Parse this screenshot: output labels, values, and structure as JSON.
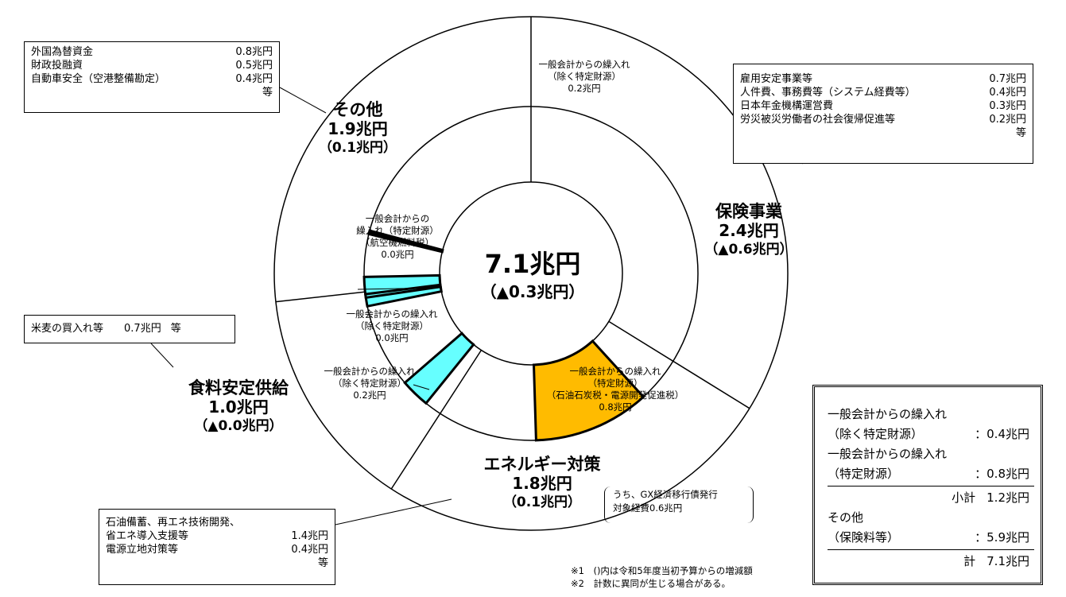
{
  "chart_data": {
    "type": "pie",
    "title": "",
    "center": {
      "total": "7.1兆円",
      "change": "（▲0.3兆円）"
    },
    "segments": [
      {
        "name": "保険事業",
        "value": 2.4,
        "amount": "2.4兆円",
        "change": "（▲0.6兆円）"
      },
      {
        "name": "エネルギー対策",
        "value": 1.8,
        "amount": "1.8兆円",
        "change": "（0.1兆円）"
      },
      {
        "name": "食料安定供給",
        "value": 1.0,
        "amount": "1.0兆円",
        "change": "（▲0.0兆円）"
      },
      {
        "name": "その他",
        "value": 1.9,
        "amount": "1.9兆円",
        "change": "（0.1兆円）"
      }
    ],
    "inner_slices": [
      {
        "label": [
          "一般会計からの繰入れ",
          "（除く特定財源）",
          "0.2兆円"
        ],
        "value": 0.2,
        "segment": "その他",
        "color": "#66FFFF"
      },
      {
        "label": [
          "一般会計からの繰入れ",
          "（特定財源）",
          "（石油石炭税・電源開発促進税）",
          "0.8兆円"
        ],
        "value": 0.8,
        "segment": "エネルギー対策",
        "color": "#FFBB00"
      },
      {
        "label": [
          "一般会計からの繰入れ",
          "（除く特定財源）",
          "0.2兆円"
        ],
        "value": 0.2,
        "segment": "食料安定供給",
        "color": "#66FFFF"
      },
      {
        "label": [
          "一般会計からの繰入れ",
          "（除く特定財源）",
          "0.0兆円"
        ],
        "value": 0.0,
        "segment": "食料安定供給",
        "color": "#66FFFF"
      },
      {
        "label": [
          "一般会計からの",
          "繰入れ（特定財源）",
          "（航空機燃料税）",
          "0.0兆円"
        ],
        "value": 0.0,
        "segment": "その他",
        "color": "#000000"
      }
    ]
  },
  "callouts": {
    "sonota": {
      "rows": [
        {
          "item": "外国為替資金",
          "value": "0.8兆円"
        },
        {
          "item": "財政投融資",
          "value": "0.5兆円"
        },
        {
          "item": "自動車安全（空港整備勘定）",
          "value": "0.4兆円"
        }
      ],
      "etc": "等"
    },
    "hoken": {
      "rows": [
        {
          "item": "雇用安定事業等",
          "value": "0.7兆円"
        },
        {
          "item": "人件費、事務費等（システム経費等）",
          "value": "0.4兆円"
        },
        {
          "item": "日本年金機構運営費",
          "value": "0.3兆円"
        },
        {
          "item": "労災被災労働者の社会復帰促進等",
          "value": "0.2兆円"
        }
      ],
      "etc": "等"
    },
    "shokuryo": {
      "item": "米麦の買入れ等",
      "value": "0.7兆円",
      "etc": "等"
    },
    "energy": {
      "rows": [
        {
          "item": "石油備蓄、再エネ技術開発、",
          "value": ""
        },
        {
          "item": "省エネ導入支援等",
          "value": "1.4兆円"
        },
        {
          "item": "電源立地対策等",
          "value": "0.4兆円"
        }
      ],
      "etc": "等"
    }
  },
  "gx_note": [
    "うち、GX経済移行債発行",
    "対象経費0.6兆円"
  ],
  "summary": {
    "l1": "一般会計からの繰入れ",
    "l2_label": "（除く特定財源）",
    "l2_value": "：0.4兆円",
    "l3": "一般会計からの繰入れ",
    "l4_label": "（特定財源）",
    "l4_value": "：0.8兆円",
    "subtotal_label": "小計",
    "subtotal_value": "1.2兆円",
    "l5": "その他",
    "l6_label": "（保険料等）",
    "l6_value": "：5.9兆円",
    "total_label": "計",
    "total_value": "7.1兆円"
  },
  "notes": [
    "※1　()内は令和5年度当初予算からの増減額",
    "※2　計数に異同が生じる場合がある。"
  ],
  "colors": {
    "cyan": "#66FFFF",
    "orange": "#FFBB00",
    "line": "#000000"
  }
}
